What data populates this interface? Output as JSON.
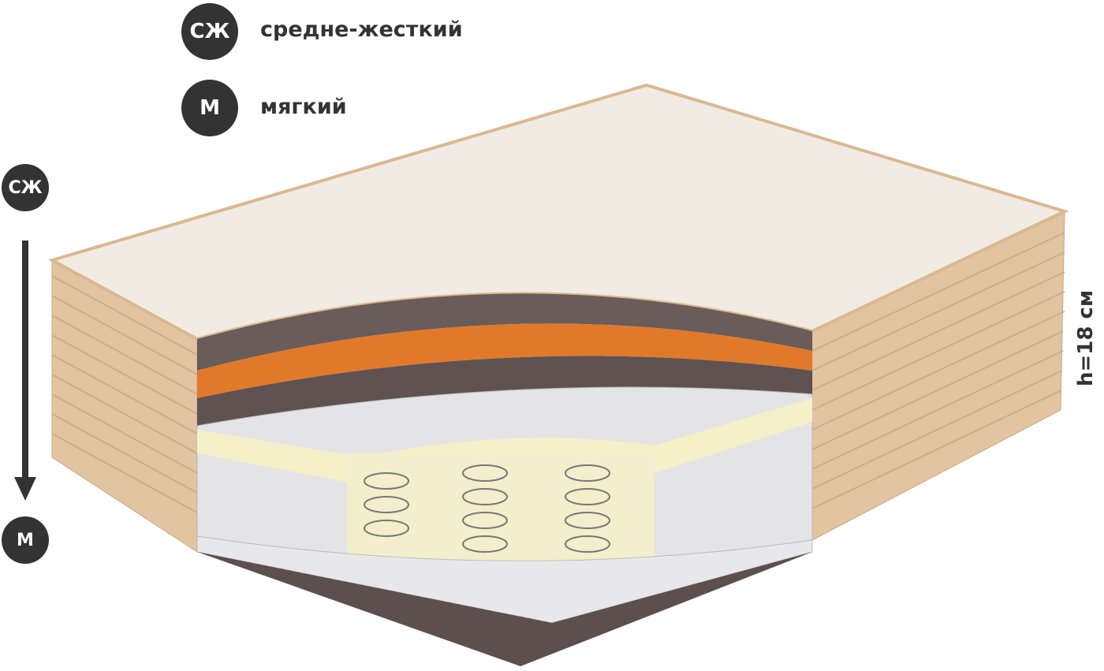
{
  "legend": [
    {
      "badge": "СЖ",
      "label": "средне-жесткий"
    },
    {
      "badge": "М",
      "label": "мягкий"
    }
  ],
  "scale": {
    "top": "СЖ",
    "bottom": "М"
  },
  "height_label": "h=18 см"
}
